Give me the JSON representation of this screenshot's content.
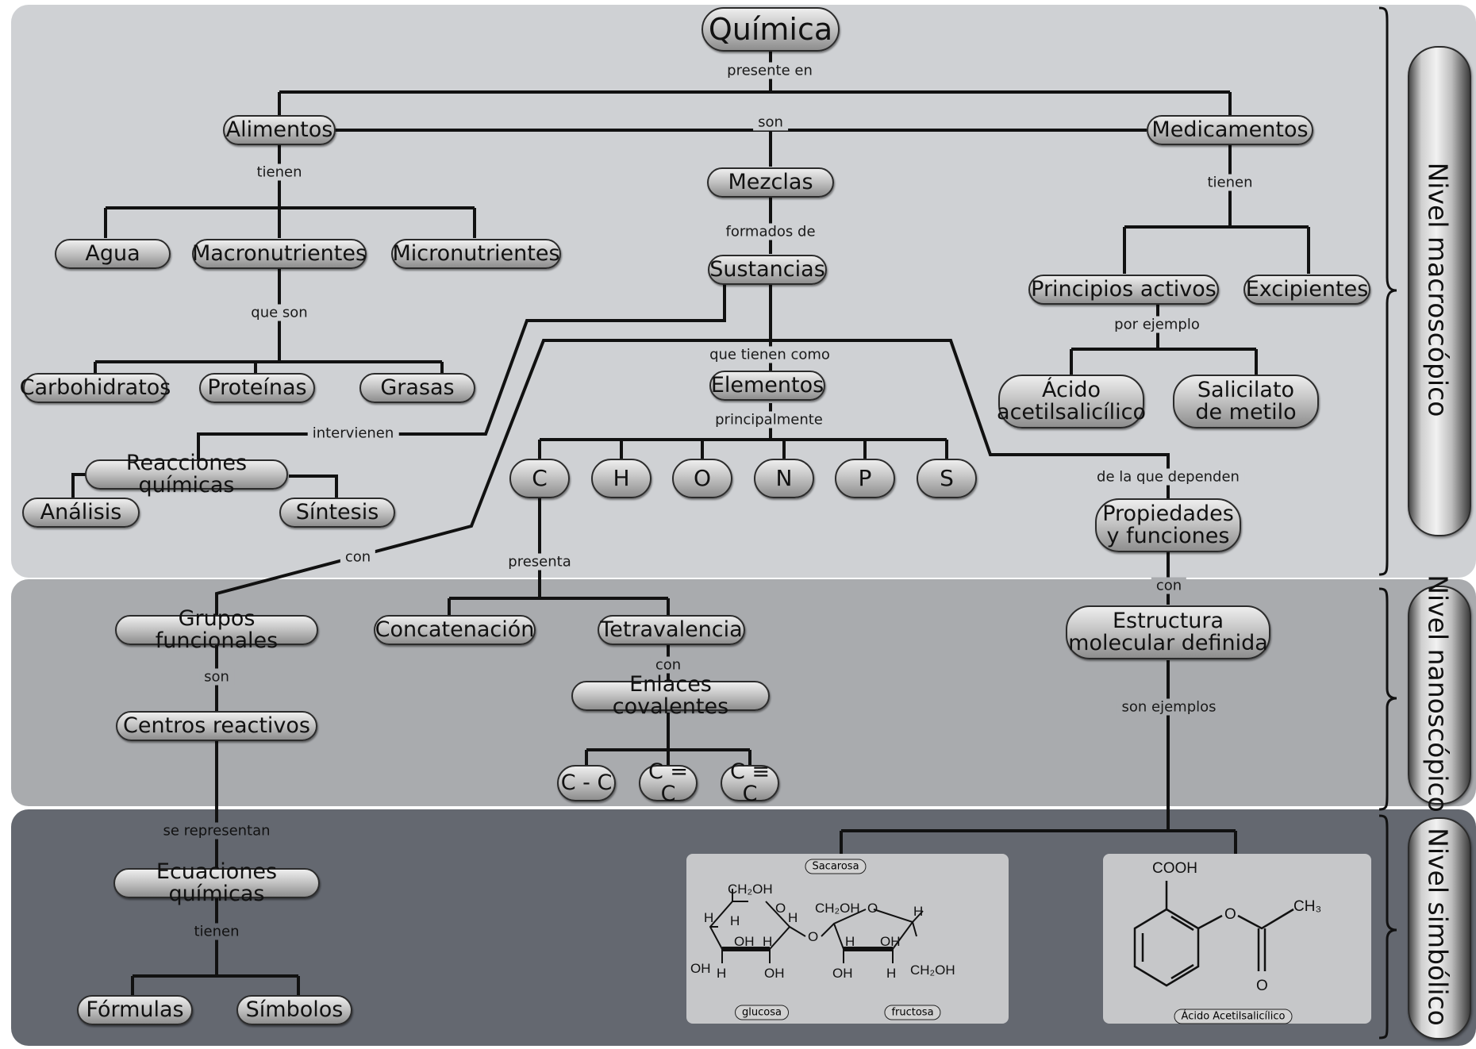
{
  "title": "Química",
  "levels": {
    "macro": "Nivel macroscópico",
    "nano": "Nivel nanoscópico",
    "symbolic": "Nivel simbólico"
  },
  "nodes": {
    "alimentos": "Alimentos",
    "medicamentos": "Medicamentos",
    "mezclas": "Mezclas",
    "sustancias": "Sustancias",
    "agua": "Agua",
    "macronutrientes": "Macronutrientes",
    "micronutrientes": "Micronutrientes",
    "carbohidratos": "Carbohidratos",
    "proteinas": "Proteínas",
    "grasas": "Grasas",
    "reacciones": "Reacciones químicas",
    "analisis": "Análisis",
    "sintesis": "Síntesis",
    "elementos": "Elementos",
    "el_c": "C",
    "el_h": "H",
    "el_o": "O",
    "el_n": "N",
    "el_p": "P",
    "el_s": "S",
    "principios": "Principios activos",
    "excipientes": "Excipientes",
    "acido": "Ácido\nacetilsalicílico",
    "salicilato": "Salicilato\nde metilo",
    "propiedades": "Propiedades\ny funciones",
    "grupos": "Grupos funcionales",
    "concatenacion": "Concatenación",
    "tetravalencia": "Tetravalencia",
    "estructura": "Estructura\nmolecular definida",
    "centros": "Centros reactivos",
    "enlaces": "Enlaces covalentes",
    "cc_single": "C - C",
    "cc_double": "C = C",
    "cc_triple": "C ≡ C",
    "ecuaciones": "Ecuaciones químicas",
    "formulas": "Fórmulas",
    "simbolos": "Símbolos"
  },
  "links": {
    "presente_en": "presente en",
    "son_top": "son",
    "tienen_alim": "tienen",
    "tienen_med": "tienen",
    "formados_de": "formados de",
    "que_son": "que son",
    "que_tienen_como": "que tienen como",
    "principalmente": "principalmente",
    "por_ejemplo": "por ejemplo",
    "intervienen": "intervienen",
    "de_la_que_dependen": "de la que dependen",
    "con_grupos": "con",
    "presenta": "presenta",
    "con_estructura": "con",
    "son_centros": "son",
    "con_enlaces": "con",
    "son_ejemplos": "son ejemplos",
    "se_representan": "se representan",
    "tienen_ecu": "tienen"
  },
  "molecules": {
    "sacarosa_tag": "Sacarosa",
    "glucosa_tag": "glucosa",
    "fructosa_tag": "fructosa",
    "aspirina_tag": "Ácido Acetilsalicílico",
    "ch2oh": "CH₂OH",
    "h": "H",
    "oh": "OH",
    "o": "O",
    "cooh": "COOH",
    "ch3": "CH₃"
  }
}
